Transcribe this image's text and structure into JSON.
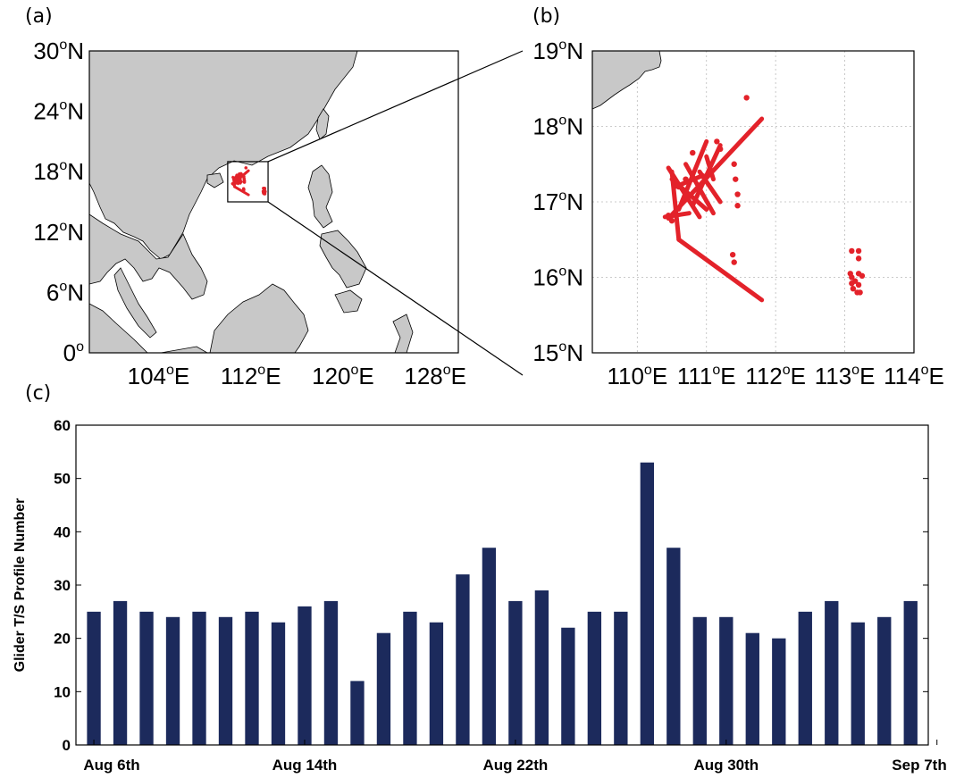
{
  "panels": {
    "a": {
      "label": "(a)",
      "y_ticks": [
        {
          "deg": "30",
          "sup": "o",
          "hemi": "N"
        },
        {
          "deg": "24",
          "sup": "o",
          "hemi": "N"
        },
        {
          "deg": "18",
          "sup": "o",
          "hemi": "N"
        },
        {
          "deg": "12",
          "sup": "o",
          "hemi": "N"
        },
        {
          "deg": "6",
          "sup": "o",
          "hemi": "N"
        },
        {
          "deg": "0",
          "sup": "o",
          "hemi": ""
        }
      ],
      "x_ticks": [
        {
          "deg": "104",
          "sup": "o",
          "hemi": "E"
        },
        {
          "deg": "112",
          "sup": "o",
          "hemi": "E"
        },
        {
          "deg": "120",
          "sup": "o",
          "hemi": "E"
        },
        {
          "deg": "128",
          "sup": "o",
          "hemi": "E"
        }
      ],
      "lon_range": [
        98,
        130
      ],
      "lat_range": [
        0,
        30
      ],
      "zoom_box": {
        "lon": [
          110,
          113.5
        ],
        "lat": [
          15,
          19
        ]
      }
    },
    "b": {
      "label": "(b)",
      "y_ticks": [
        {
          "deg": "19",
          "sup": "o",
          "hemi": "N"
        },
        {
          "deg": "18",
          "sup": "o",
          "hemi": "N"
        },
        {
          "deg": "17",
          "sup": "o",
          "hemi": "N"
        },
        {
          "deg": "16",
          "sup": "o",
          "hemi": "N"
        },
        {
          "deg": "15",
          "sup": "o",
          "hemi": "N"
        }
      ],
      "x_ticks": [
        {
          "deg": "110",
          "sup": "o",
          "hemi": "E"
        },
        {
          "deg": "111",
          "sup": "o",
          "hemi": "E"
        },
        {
          "deg": "112",
          "sup": "o",
          "hemi": "E"
        },
        {
          "deg": "113",
          "sup": "o",
          "hemi": "E"
        },
        {
          "deg": "114",
          "sup": "o",
          "hemi": "E"
        }
      ],
      "lon_range": [
        109.35,
        114
      ],
      "lat_range": [
        15,
        19
      ],
      "track_color": "#e3222a",
      "tracks": [
        [
          [
            110.45,
            16.78
          ],
          [
            111.8,
            18.1
          ]
        ],
        [
          [
            110.6,
            16.5
          ],
          [
            111.8,
            15.7
          ]
        ],
        [
          [
            110.6,
            16.5
          ],
          [
            110.5,
            17.4
          ]
        ],
        [
          [
            110.6,
            16.9
          ],
          [
            111.0,
            17.8
          ]
        ],
        [
          [
            110.8,
            16.95
          ],
          [
            111.2,
            17.75
          ]
        ],
        [
          [
            110.5,
            17.3
          ],
          [
            111.0,
            16.9
          ]
        ],
        [
          [
            110.45,
            17.45
          ],
          [
            110.9,
            16.8
          ]
        ],
        [
          [
            110.7,
            17.5
          ],
          [
            111.1,
            16.85
          ]
        ],
        [
          [
            110.9,
            17.4
          ],
          [
            111.2,
            17.0
          ]
        ],
        [
          [
            110.55,
            17.2
          ],
          [
            110.95,
            17.35
          ]
        ],
        [
          [
            111.0,
            17.6
          ],
          [
            111.1,
            17.3
          ]
        ],
        [
          [
            110.4,
            16.8
          ],
          [
            110.75,
            16.85
          ]
        ]
      ],
      "points": [
        [
          111.58,
          18.38
        ],
        [
          111.4,
          17.5
        ],
        [
          111.42,
          17.3
        ],
        [
          111.45,
          17.1
        ],
        [
          111.45,
          16.95
        ],
        [
          111.38,
          16.3
        ],
        [
          111.4,
          16.2
        ],
        [
          113.1,
          16.35
        ],
        [
          113.2,
          16.35
        ],
        [
          113.2,
          16.25
        ],
        [
          113.1,
          16.0
        ],
        [
          113.15,
          15.95
        ],
        [
          113.2,
          15.9
        ],
        [
          113.12,
          15.85
        ],
        [
          113.18,
          15.8
        ],
        [
          113.22,
          15.8
        ],
        [
          113.1,
          15.92
        ],
        [
          113.25,
          16.02
        ],
        [
          113.2,
          16.05
        ],
        [
          113.08,
          16.05
        ],
        [
          110.6,
          17.2
        ],
        [
          110.7,
          17.3
        ],
        [
          110.8,
          17.65
        ],
        [
          111.15,
          17.8
        ],
        [
          111.2,
          17.7
        ],
        [
          110.5,
          16.75
        ],
        [
          110.45,
          16.82
        ]
      ]
    },
    "c": {
      "label": "(c)"
    }
  },
  "chart_data": {
    "type": "bar",
    "ylabel": "Glider T/S Profile Number",
    "ylim": [
      0,
      60
    ],
    "y_ticks": [
      "0",
      "10",
      "20",
      "30",
      "40",
      "50",
      "60"
    ],
    "x_tick_labels": [
      "Aug 6th",
      "Aug 14th",
      "Aug 22th",
      "Aug 30th",
      "Sep 7th"
    ],
    "x_tick_index": [
      0,
      8,
      16,
      24,
      32
    ],
    "values": [
      25,
      27,
      25,
      24,
      25,
      24,
      25,
      23,
      26,
      27,
      12,
      21,
      25,
      23,
      32,
      37,
      27,
      29,
      22,
      25,
      25,
      53,
      37,
      24,
      24,
      21,
      20,
      25,
      27,
      23,
      24,
      27
    ],
    "bar_color": "#1c2a5c"
  }
}
